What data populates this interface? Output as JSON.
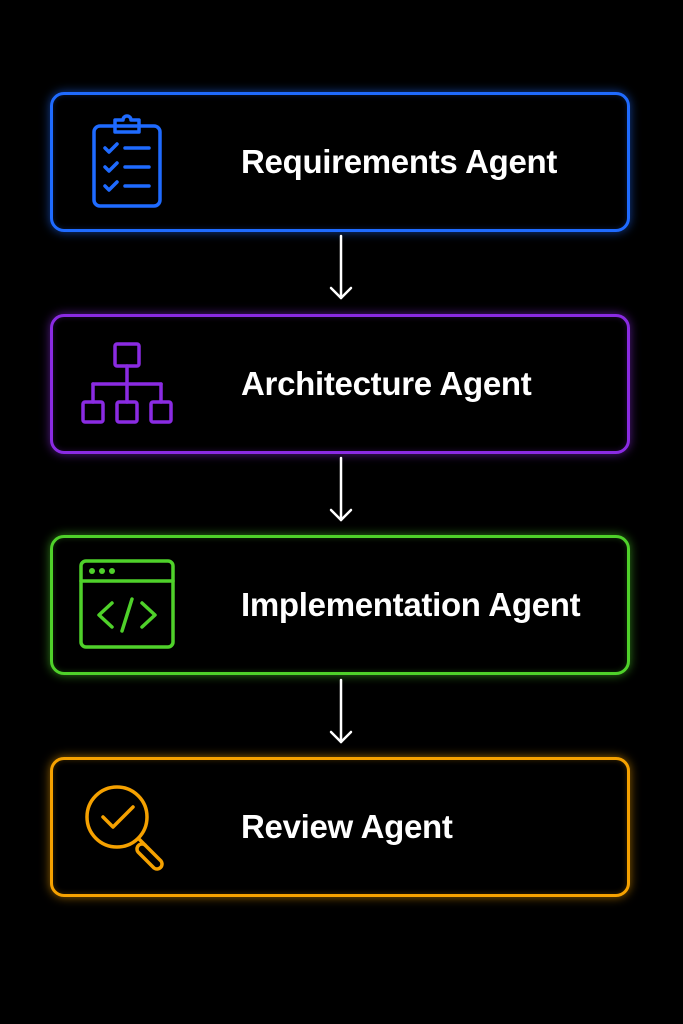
{
  "diagram": {
    "type": "vertical-flow",
    "steps": [
      {
        "label": "Requirements Agent",
        "icon": "clipboard-checklist-icon",
        "color": "#1f6bff"
      },
      {
        "label": "Architecture Agent",
        "icon": "hierarchy-icon",
        "color": "#8a2be2"
      },
      {
        "label": "Implementation Agent",
        "icon": "code-window-icon",
        "color": "#4fd12a"
      },
      {
        "label": "Review Agent",
        "icon": "magnifier-check-icon",
        "color": "#f5a100"
      }
    ],
    "connectors": [
      {
        "from": "Requirements Agent",
        "to": "Architecture Agent",
        "icon": "arrow-down-icon"
      },
      {
        "from": "Architecture Agent",
        "to": "Implementation Agent",
        "icon": "arrow-down-icon"
      },
      {
        "from": "Implementation Agent",
        "to": "Review Agent",
        "icon": "arrow-down-icon"
      }
    ]
  }
}
